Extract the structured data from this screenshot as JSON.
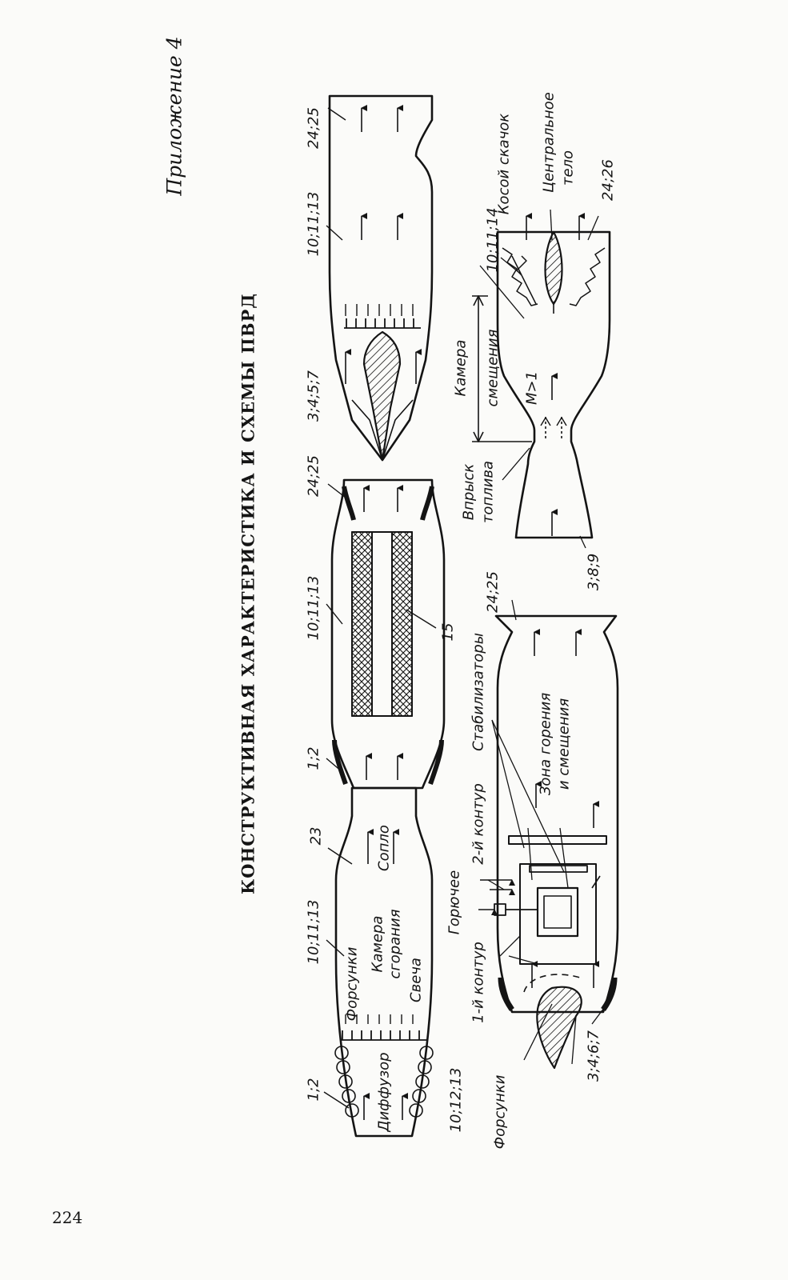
{
  "appendix": "Приложение 4",
  "header": "КОНСТРУКТИВНАЯ ХАРАКТЕРИСТИКА И СХЕМЫ ПВРД",
  "page_number": "224",
  "engine1": {
    "refs": [
      "1;2",
      "10;11;13",
      "23",
      "10;12;13"
    ],
    "labels": [
      "Диффузор",
      "Форсунки",
      "Камера",
      "сгорания",
      "Свеча",
      "Сопло"
    ]
  },
  "engine2": {
    "refs": [
      "1;2",
      "10;11;13",
      "24;25",
      "15"
    ]
  },
  "engine3": {
    "refs": [
      "3;4;5;7",
      "10;11;13",
      "24;25"
    ]
  },
  "engine4": {
    "refs": [
      "3;4;6;7",
      "24;25"
    ],
    "labels": [
      "Форсунки",
      "1-й контур",
      "Горючее",
      "2-й контур",
      "Стабилизаторы",
      "Зона горения",
      "и смещения"
    ]
  },
  "engine5": {
    "refs": [
      "3;8;9",
      "10;11;14",
      "24;26"
    ],
    "labels": [
      "Впрыск",
      "топлива",
      "Камера",
      "смещения",
      "M>1",
      "Косой скачок",
      "Центральное",
      "тело"
    ]
  },
  "colors": {
    "ink": "#141414",
    "paper": "#fbfbf9"
  }
}
